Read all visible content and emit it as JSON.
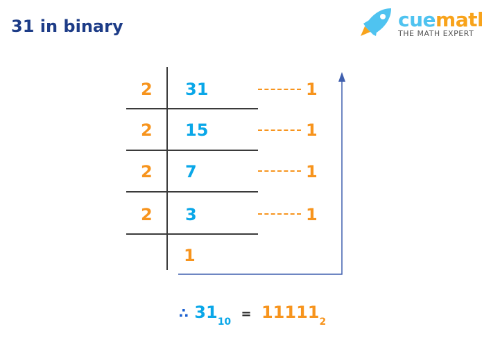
{
  "title": "31 in binary",
  "logo": {
    "brand_part1": "cue",
    "brand_part2": "math",
    "tagline": "THE MATH EXPERT"
  },
  "division": {
    "rows": [
      {
        "divisor": "2",
        "dividend": "31",
        "remainder": "1"
      },
      {
        "divisor": "2",
        "dividend": "15",
        "remainder": "1"
      },
      {
        "divisor": "2",
        "dividend": "7",
        "remainder": "1"
      },
      {
        "divisor": "2",
        "dividend": "3",
        "remainder": "1"
      }
    ],
    "final_quotient": "1"
  },
  "result": {
    "therefore": "∴",
    "decimal": "31",
    "decimal_base": "10",
    "equals": "=",
    "binary": "11111",
    "binary_base": "2"
  },
  "colors": {
    "title": "#1d3c87",
    "divisor": "#f7941d",
    "dividend": "#0aa7e8",
    "arrow": "#3f5fae"
  }
}
